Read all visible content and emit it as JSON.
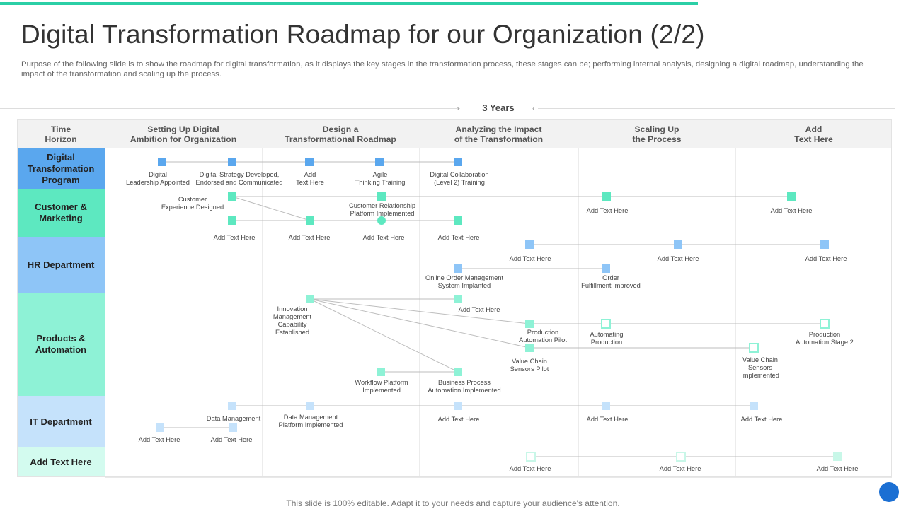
{
  "title": "Digital Transformation Roadmap for our Organization (2/2)",
  "subtitle": "Purpose of the following slide is to show the roadmap for digital transformation, as it displays the key stages in the transformation process, these stages can be; performing internal analysis, designing a digital roadmap, understanding the impact of the transformation and scaling up the process.",
  "years_label": "3 Years",
  "header": {
    "time_horizon": "Time\nHorizon",
    "phases": [
      "Setting Up Digital\nAmbition for Organization",
      "Design a\nTransformational Roadmap",
      "Analyzing the Impact\nof the Transformation",
      "Scaling Up\nthe Process",
      "Add\nText Here"
    ]
  },
  "rows": [
    {
      "label": "Digital\nTransformation\nProgram",
      "color": "#5aa7ee"
    },
    {
      "label": "Customer &\nMarketing",
      "color": "#5de8c0"
    },
    {
      "label": "HR Department",
      "color": "#8ec5f7"
    },
    {
      "label": "Products &\nAutomation",
      "color": "#8ef2d6"
    },
    {
      "label": "IT Department",
      "color": "#c5e2fb"
    },
    {
      "label": "Add Text Here",
      "color": "#d3fbef"
    }
  ],
  "milestone_labels": {
    "d1": "Digital\nLeadership Appointed",
    "d2": "Digital Strategy Developed,\nEndorsed and Communicated",
    "d3": "Add\nText Here",
    "d4": "Agile\nThinking Training",
    "d5": "Digital Collaboration\n(Level 2) Training",
    "c1": "Customer\nExperience Designed",
    "c2": "Customer Relationship\nPlatform Implemented",
    "c3": "Add Text Here",
    "c4": "Add Text Here",
    "c5": "Add Text Here",
    "c6": "Add Text Here",
    "c7": "Add Text Here",
    "c8": "Add Text Here",
    "h1": "Add Text Here",
    "h2": "Add Text Here",
    "h3": "Add Text Here",
    "h4": "Online Order Management\nSystem Implanted",
    "h5": "Order\nFulfillment Improved",
    "p1": "Innovation\nManagement\nCapability\nEstablished",
    "p2": "Add Text Here",
    "p3": "Production\nAutomation Pilot",
    "p4": "Automating\nProduction",
    "p5": "Production\nAutomation Stage 2",
    "p6": "Value Chain\nSensors Pilot",
    "p7": "Value Chain\nSensors\nImplemented",
    "p8": "Workflow Platform\nImplemented",
    "p9": "Business Process\nAutomation Implemented",
    "i1": "Data Management",
    "i2": "Data Management\nPlatform Implemented",
    "i3": "Add Text Here",
    "i4": "Add Text Here",
    "i5": "Add Text Here",
    "i6": "Add Text Here",
    "i7": "Add Text Here",
    "a1": "Add Text Here",
    "a2": "Add Text Here",
    "a3": "Add Text Here"
  },
  "footer": "This slide is 100% editable. Adapt it to your needs and capture your audience's attention."
}
